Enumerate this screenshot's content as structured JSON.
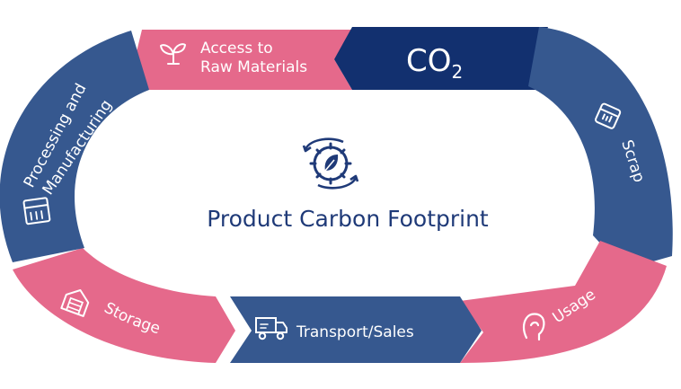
{
  "colors": {
    "pink": "#e5698b",
    "blue": "#36588f",
    "navy": "#12306f",
    "title": "#1f3a78",
    "white": "#ffffff"
  },
  "center": {
    "title": "Product Carbon Footprint",
    "icon": "leaf-cycle-gear-icon"
  },
  "segments": {
    "raw_materials": {
      "line1": "Access to",
      "line2": "Raw Materials",
      "icon": "sprout-icon"
    },
    "co2": {
      "main": "CO",
      "sub": "2"
    },
    "scrap": {
      "label": "Scrap",
      "icon": "recycle-box-icon"
    },
    "usage": {
      "label": "Usage",
      "icon": "hand-icon"
    },
    "transport": {
      "label": "Transport/Sales",
      "icon": "truck-icon"
    },
    "storage": {
      "label": "Storage",
      "icon": "warehouse-icon"
    },
    "processing": {
      "line1": "Processing and",
      "line2": "Manufacturing",
      "icon": "factory-icon"
    }
  }
}
